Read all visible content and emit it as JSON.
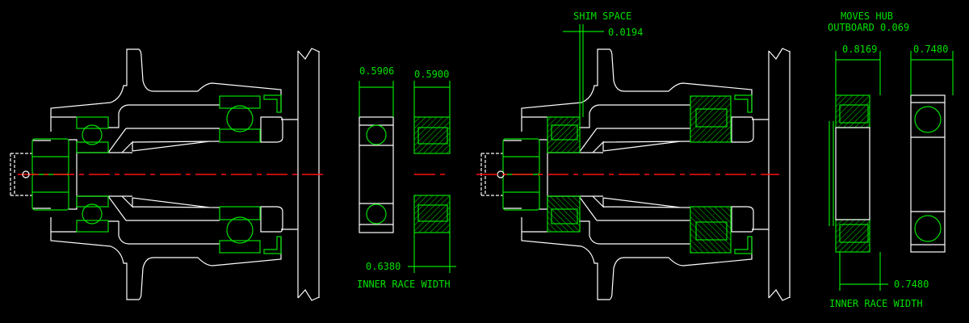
{
  "colors": {
    "background": "#000000",
    "geometry": "#ffffff",
    "bearings": "#00e000",
    "centerline": "#ff1010"
  },
  "left_dims": {
    "ball_width": "0.5906",
    "taper_width": "0.5900",
    "inner_race": "0.6380",
    "inner_race_label": "INNER RACE WIDTH"
  },
  "shim": {
    "label": "SHIM SPACE",
    "value": "0.0194"
  },
  "right_dims": {
    "moves_hub": "MOVES HUB",
    "outboard": "OUTBOARD 0.069",
    "taper_width": "0.8169",
    "ball_width": "0.7480",
    "inner_race": "0.7480",
    "inner_race_label": "INNER RACE WIDTH"
  }
}
